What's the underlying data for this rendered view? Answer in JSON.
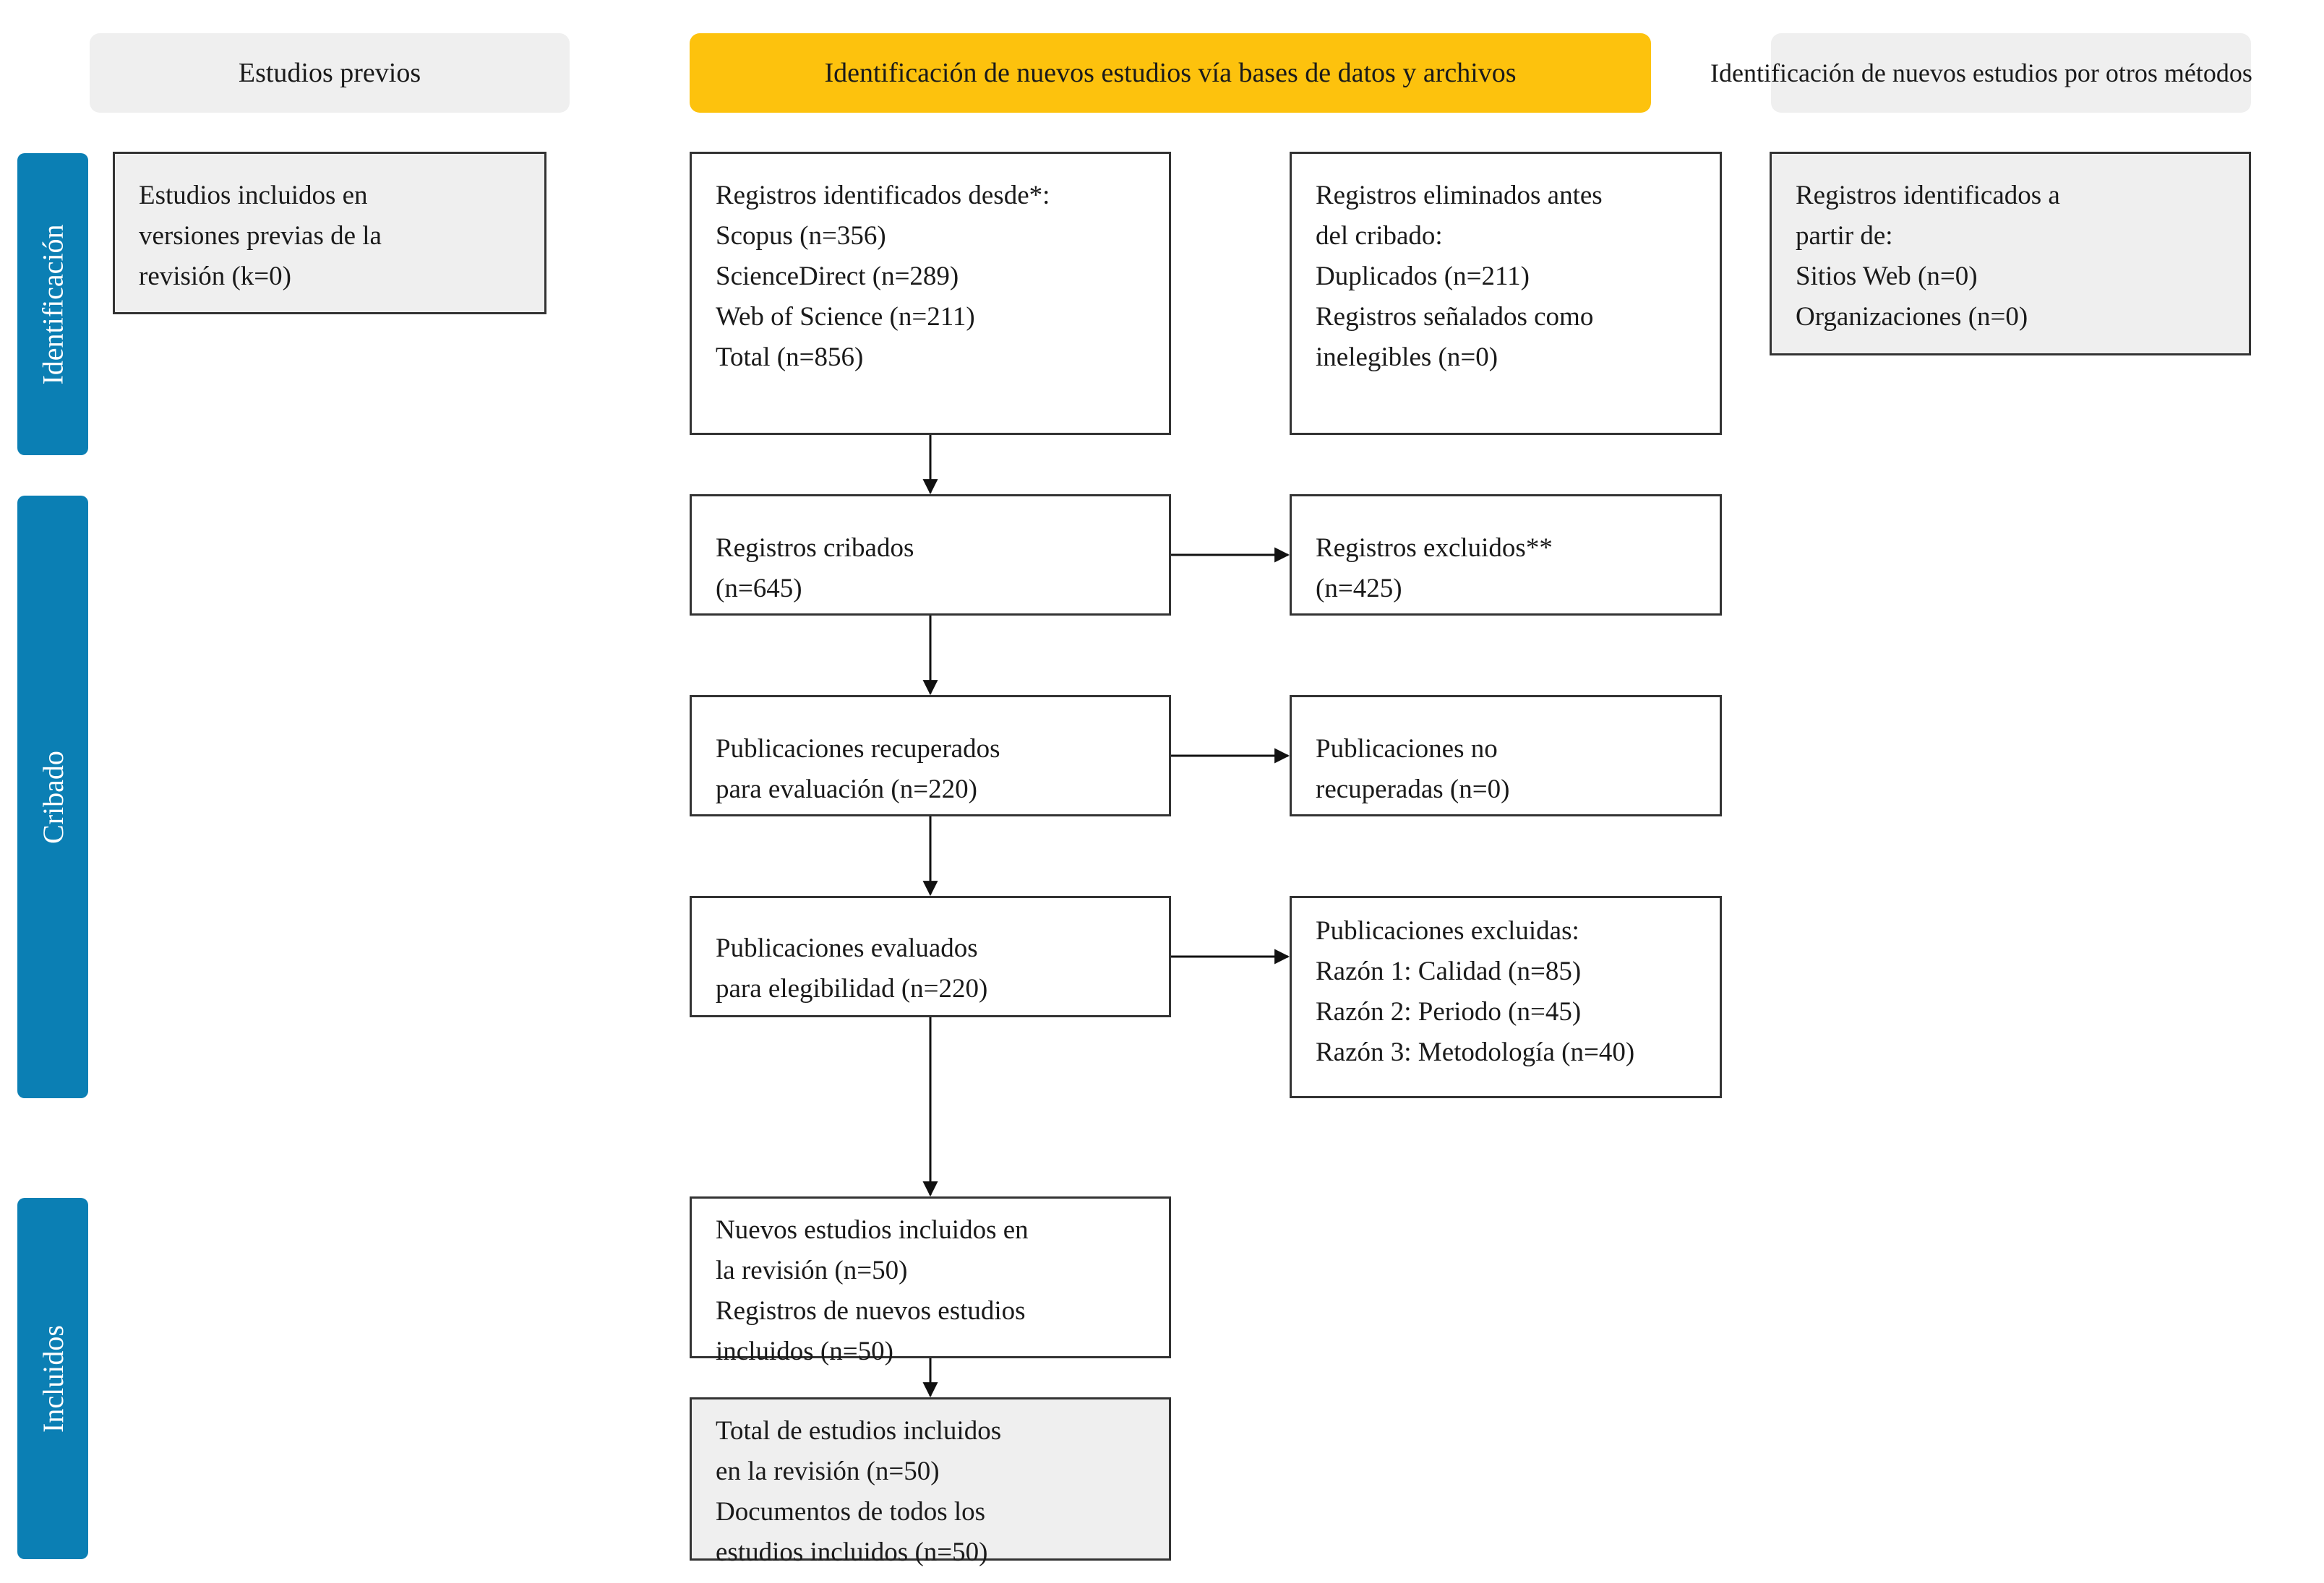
{
  "headers": {
    "previous": "Estudios previos",
    "databases": "Identificación de nuevos estudios vía bases de datos y archivos",
    "other": "Identificación de nuevos estudios por otros métodos"
  },
  "phases": {
    "identification": "Identificación",
    "screening": "Cribado",
    "included": "Incluidos"
  },
  "boxes": {
    "previous_studies": [
      "Estudios incluidos en",
      "versiones previas de la",
      "revisión (k=0)"
    ],
    "records_identified": [
      "Registros identificados desde*:",
      "Scopus (n=356)",
      "ScienceDirect (n=289)",
      "Web of Science (n=211)",
      "Total (n=856)"
    ],
    "records_removed": [
      "Registros eliminados antes",
      "del cribado:",
      "Duplicados (n=211)",
      "Registros señalados como",
      "inelegibles (n=0)"
    ],
    "records_other": [
      "Registros identificados a",
      "partir de:",
      "Sitios Web (n=0)",
      "Organizaciones (n=0)"
    ],
    "records_screened": [
      "Registros cribados",
      "(n=645)"
    ],
    "records_excluded": [
      "Registros excluidos**",
      "(n=425)"
    ],
    "reports_sought": [
      "Publicaciones recuperados",
      "para evaluación (n=220)"
    ],
    "reports_not_retrieved": [
      "Publicaciones no",
      "recuperadas (n=0)"
    ],
    "reports_assessed": [
      "Publicaciones evaluados",
      "para elegibilidad (n=220)"
    ],
    "reports_excluded": [
      "Publicaciones excluidas:",
      "Razón 1: Calidad (n=85)",
      "Razón 2: Periodo (n=45)",
      "Razón 3: Metodología (n=40)"
    ],
    "new_included": [
      "Nuevos estudios incluidos en",
      "la revisión (n=50)",
      "Registros de nuevos estudios",
      "incluidos (n=50)"
    ],
    "total_included": [
      "Total de estudios incluidos",
      "en la revisión (n=50)",
      "Documentos de todos los",
      "estudios incluidos (n=50)"
    ]
  },
  "colors": {
    "header_highlight": "#fdc20d",
    "header_neutral": "#efefef",
    "phase_bar": "#0b7fb4",
    "box_grey": "#efefef",
    "border": "#333333"
  }
}
